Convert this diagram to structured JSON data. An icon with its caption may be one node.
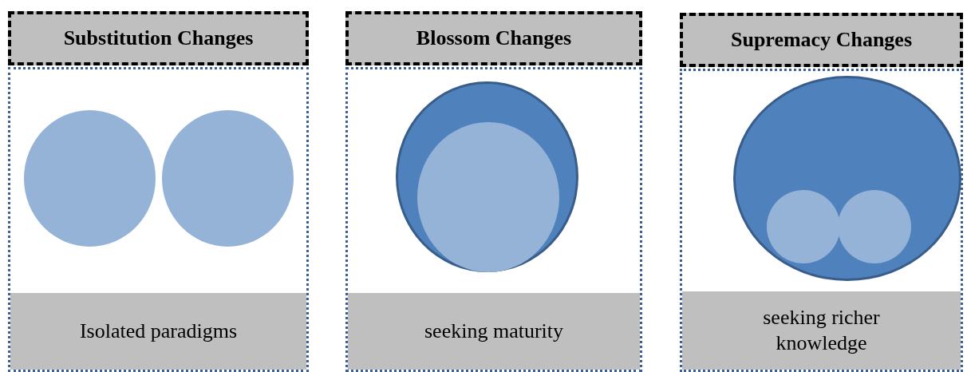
{
  "diagram": {
    "nodes": [
      {
        "text": [
          "Substitution Changes"
        ]
      },
      {
        "text": [],
        "shape": "box"
      },
      {
        "text": [],
        "shape": "circle",
        "in": 1
      },
      {
        "text": [],
        "shape": "circle",
        "in": 1
      },
      {
        "text": [
          "Isolated paradigms"
        ],
        "in": 1
      },
      {
        "text": [
          "Blossom Changes"
        ]
      },
      {
        "text": [],
        "shape": "box"
      },
      {
        "text": [],
        "shape": "circle",
        "in": 6
      },
      {
        "text": [],
        "shape": "circle",
        "in": 7
      },
      {
        "text": [
          "seeking maturity"
        ],
        "in": 6
      },
      {
        "text": [
          "Supremacy Changes"
        ]
      },
      {
        "text": [],
        "shape": "box"
      },
      {
        "text": [],
        "shape": "circle",
        "in": 11
      },
      {
        "text": [],
        "shape": "circle",
        "in": 12
      },
      {
        "text": [],
        "shape": "circle",
        "in": 12
      },
      {
        "text": [
          "seeking richer knowledge"
        ],
        "in": 11
      }
    ]
  }
}
